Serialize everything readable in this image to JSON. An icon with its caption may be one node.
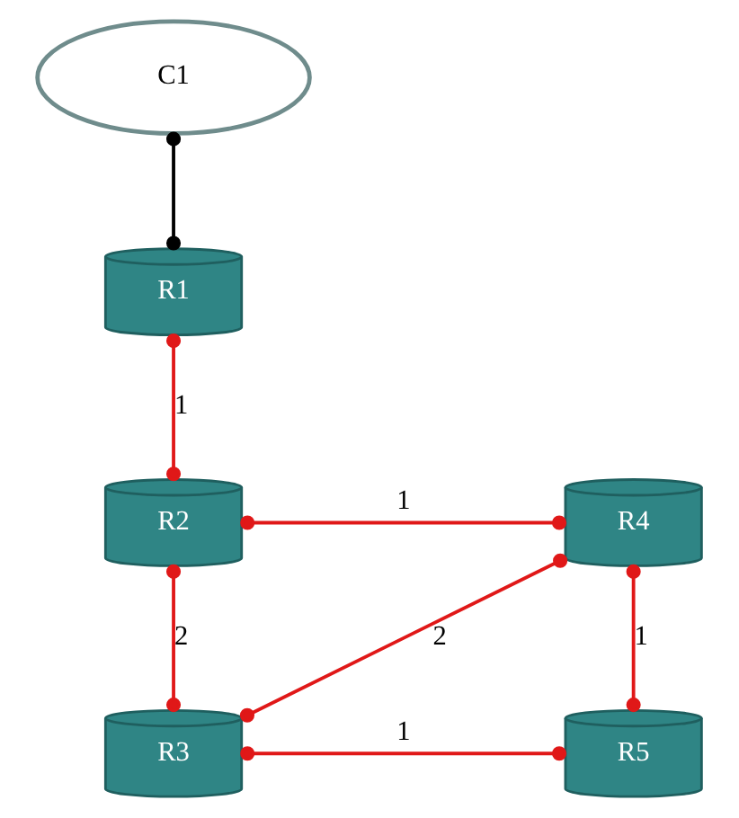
{
  "diagram": {
    "nodes": [
      {
        "text": [
          "C1"
        ]
      },
      {
        "text": [
          "R1"
        ]
      },
      {
        "text": [
          "R2"
        ]
      },
      {
        "text": [
          "R4"
        ]
      },
      {
        "text": [
          "R3"
        ]
      },
      {
        "text": [
          "R5"
        ]
      }
    ],
    "edges": [
      {
        "from": 0,
        "to": 1,
        "arrow": "other",
        "color": "#000000"
      },
      {
        "from": 1,
        "to": 2,
        "arrow": "other",
        "label": "1"
      },
      {
        "from": 2,
        "to": 3,
        "arrow": "other",
        "label": "1"
      },
      {
        "from": 2,
        "to": 4,
        "arrow": "other",
        "label": "2"
      },
      {
        "from": 3,
        "to": 4,
        "arrow": "other",
        "label": "2"
      },
      {
        "from": 3,
        "to": 5,
        "arrow": "other",
        "label": "1"
      },
      {
        "from": 4,
        "to": 5,
        "arrow": "other",
        "label": "1"
      }
    ]
  }
}
